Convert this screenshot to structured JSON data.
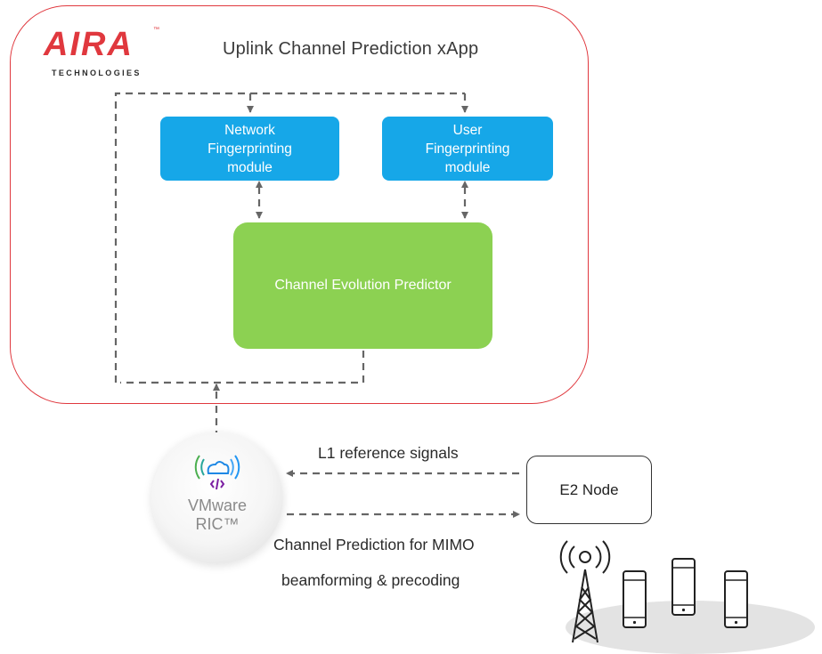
{
  "logo": {
    "name": "AIRA",
    "tm": "™",
    "subtitle": "TECHNOLOGIES"
  },
  "title": "Uplink Channel Prediction xApp",
  "modules": {
    "network": "Network\nFingerprinting\nmodule",
    "user": "User\nFingerprinting\nmodule",
    "predictor": "Channel Evolution Predictor"
  },
  "ric": {
    "line1": "VMware",
    "line2": "RIC™"
  },
  "e2_node": "E2 Node",
  "labels": {
    "l1_signals": "L1 reference signals",
    "prediction_line1": "Channel Prediction for MIMO",
    "prediction_line2": "beamforming & precoding"
  },
  "colors": {
    "frame": "#e0383e",
    "module_blue": "#16a7e8",
    "predictor_green": "#8cd152",
    "arrow_gray": "#666666"
  },
  "icons": [
    "cloud-code-icon",
    "radio-tower-icon",
    "smartphone-icon"
  ]
}
